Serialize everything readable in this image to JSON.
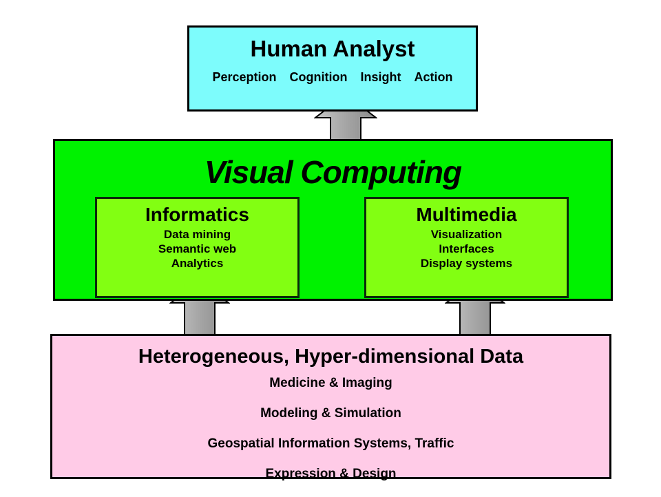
{
  "diagram": {
    "background_color": "#ffffff",
    "analyst": {
      "title": "Human Analyst",
      "box_color": "#7dfcfc",
      "items": [
        "Perception",
        "Cognition",
        "Insight",
        "Action"
      ]
    },
    "visual_computing": {
      "title": "Visual Computing",
      "box_color": "#00f200",
      "subboxes": [
        {
          "title": "Informatics",
          "box_color": "#82ff12",
          "items": [
            "Data mining",
            "Semantic web",
            "Analytics"
          ]
        },
        {
          "title": "Multimedia",
          "box_color": "#82ff12",
          "items": [
            "Visualization",
            "Interfaces",
            "Display systems"
          ]
        }
      ]
    },
    "data_layer": {
      "title": "Heterogeneous, Hyper-dimensional Data",
      "box_color": "#ffcbe7",
      "items": [
        "Medicine & Imaging",
        "Modeling & Simulation",
        "Geospatial Information Systems, Traffic",
        "Expression & Design"
      ]
    },
    "arrows": {
      "color": "#9a9a9a",
      "flow": [
        "data-layer-to-informatics",
        "data-layer-to-multimedia",
        "visual-computing-to-analyst"
      ]
    }
  }
}
